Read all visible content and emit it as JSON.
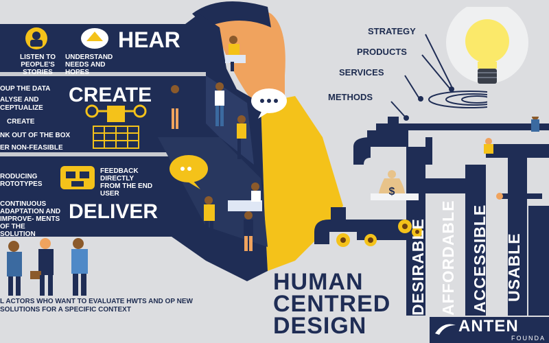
{
  "hear": {
    "title": "HEAR",
    "item1": "LISTEN TO PEOPLE'S STORIES",
    "item2": "UNDERSTAND NEEDS AND HOPES"
  },
  "create": {
    "title": "CREATE",
    "items": [
      "OUP THE DATA",
      "ALYSE AND",
      "CEPTUALIZE",
      "CREATE",
      "NK OUT OF THE BOX",
      "ER NON-FEASIBLE"
    ]
  },
  "deliver": {
    "title": "DELIVER",
    "prototypes": "RODUCING ROTOTYPES",
    "feedback": "FEEDBACK DIRECTLY FROM THE END USER",
    "continuous": "CONTINUOUS ADAPTATION AND IMPROVE- MENTS OF THE SOLUTION"
  },
  "actors_text": "L ACTORS WHO WANT TO EVALUATE HWTS AND OP NEW SOLUTIONS FOR A SPECIFIC CONTEXT",
  "levels": [
    "STRATEGY",
    "PRODUCTS",
    "SERVICES",
    "METHODS"
  ],
  "pillars": [
    "DESIRABLE",
    "AFFORDABLE",
    "ACCESSIBLE",
    "USABLE"
  ],
  "hcd": {
    "line1": "HUMAN",
    "line2": "CENTRED",
    "line3": "DESIGN"
  },
  "logo": {
    "name": "ANTEN",
    "sub": "FOUNDA"
  },
  "money_symbol": "$",
  "colors": {
    "navy": "#1f2d55",
    "yellow": "#f4c21a",
    "bg": "#dcdde0",
    "skin": "#f0a35e"
  }
}
